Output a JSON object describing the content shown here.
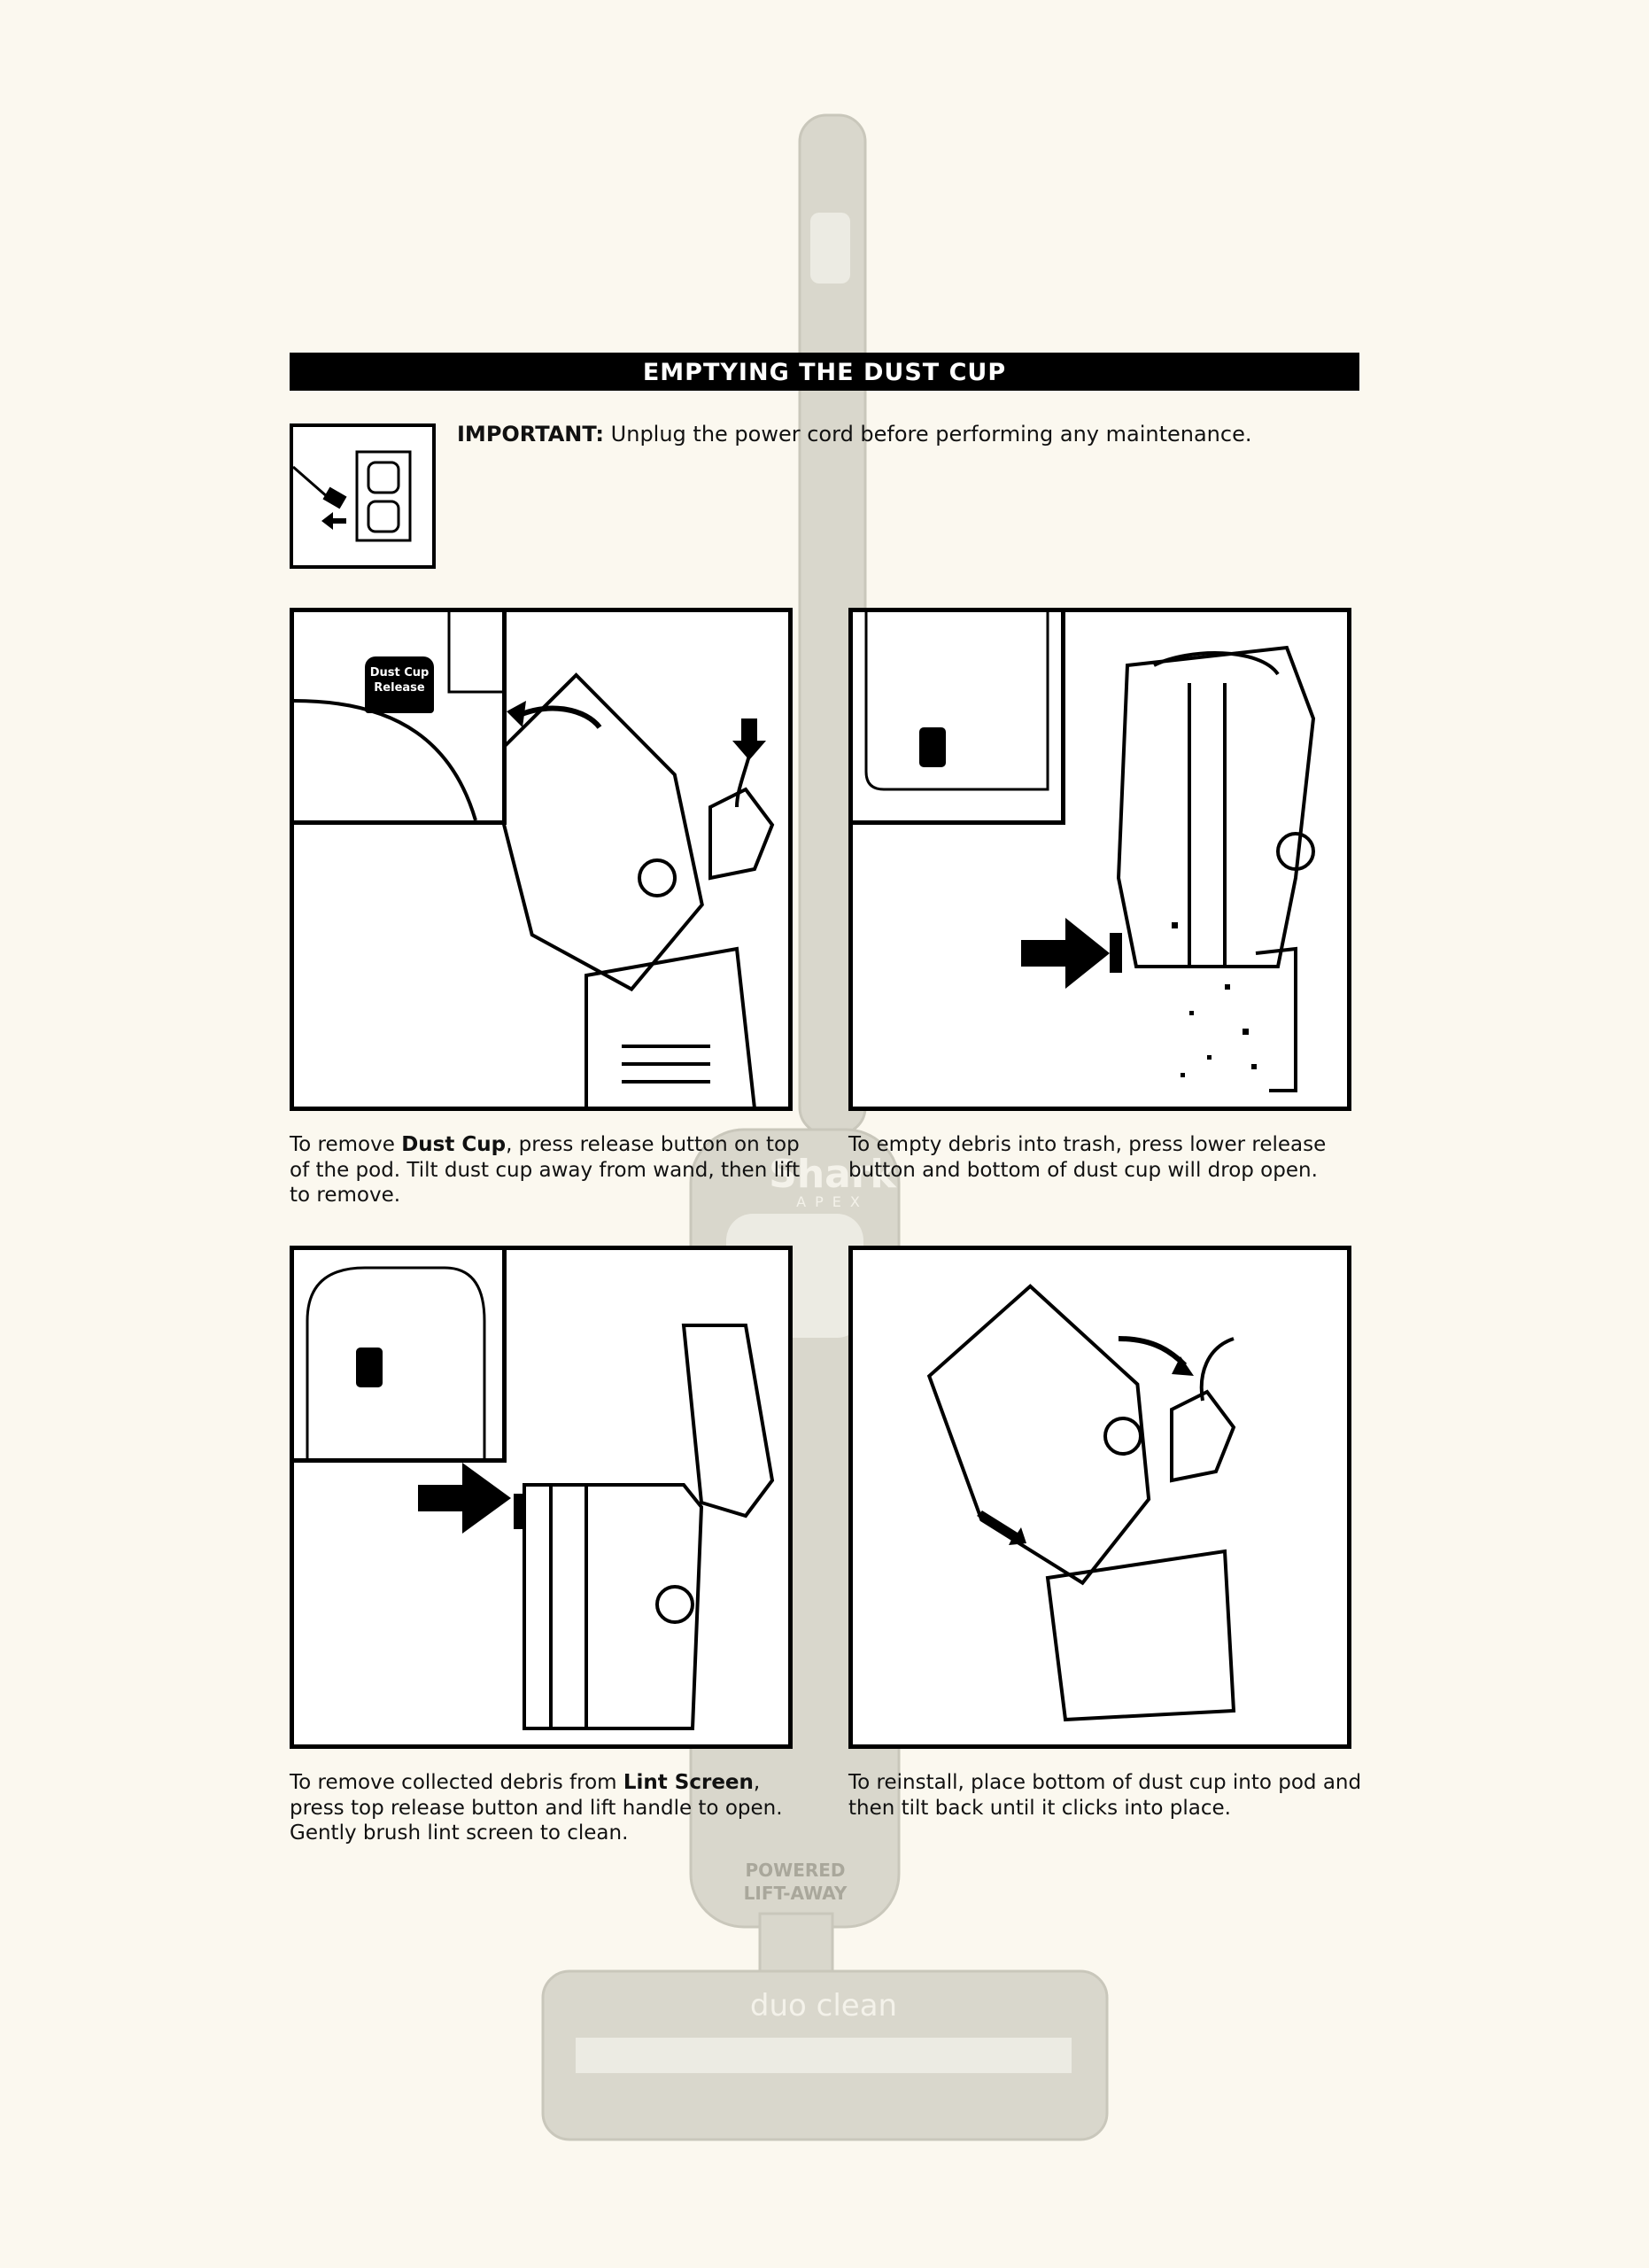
{
  "section_title": "EMPTYING THE DUST CUP",
  "important": {
    "label": "IMPORTANT:",
    "text": " Unplug the power cord before performing any maintenance.",
    "icon": "unplug-outlet-icon"
  },
  "steps": [
    {
      "pre": "To remove ",
      "bold": "Dust Cup",
      "post": ", press release button on top of the pod. Tilt dust cup away from wand, then lift to remove.",
      "inset_label": "Dust Cup Release"
    },
    {
      "pre": "To empty debris into trash, press lower release button and bottom of dust cup will drop open.",
      "bold": "",
      "post": ""
    },
    {
      "pre": "To remove collected debris from ",
      "bold": "Lint Screen",
      "post": ", press top release button and lift handle to open. Gently brush lint screen to clean."
    },
    {
      "pre": "To reinstall, place bottom of dust cup into pod and then tilt back until it clicks into place.",
      "bold": "",
      "post": ""
    }
  ],
  "watermark": {
    "brand": "Shark",
    "model": "APEX",
    "head": "duo clean",
    "badge": "POWERED LIFT-AWAY"
  }
}
